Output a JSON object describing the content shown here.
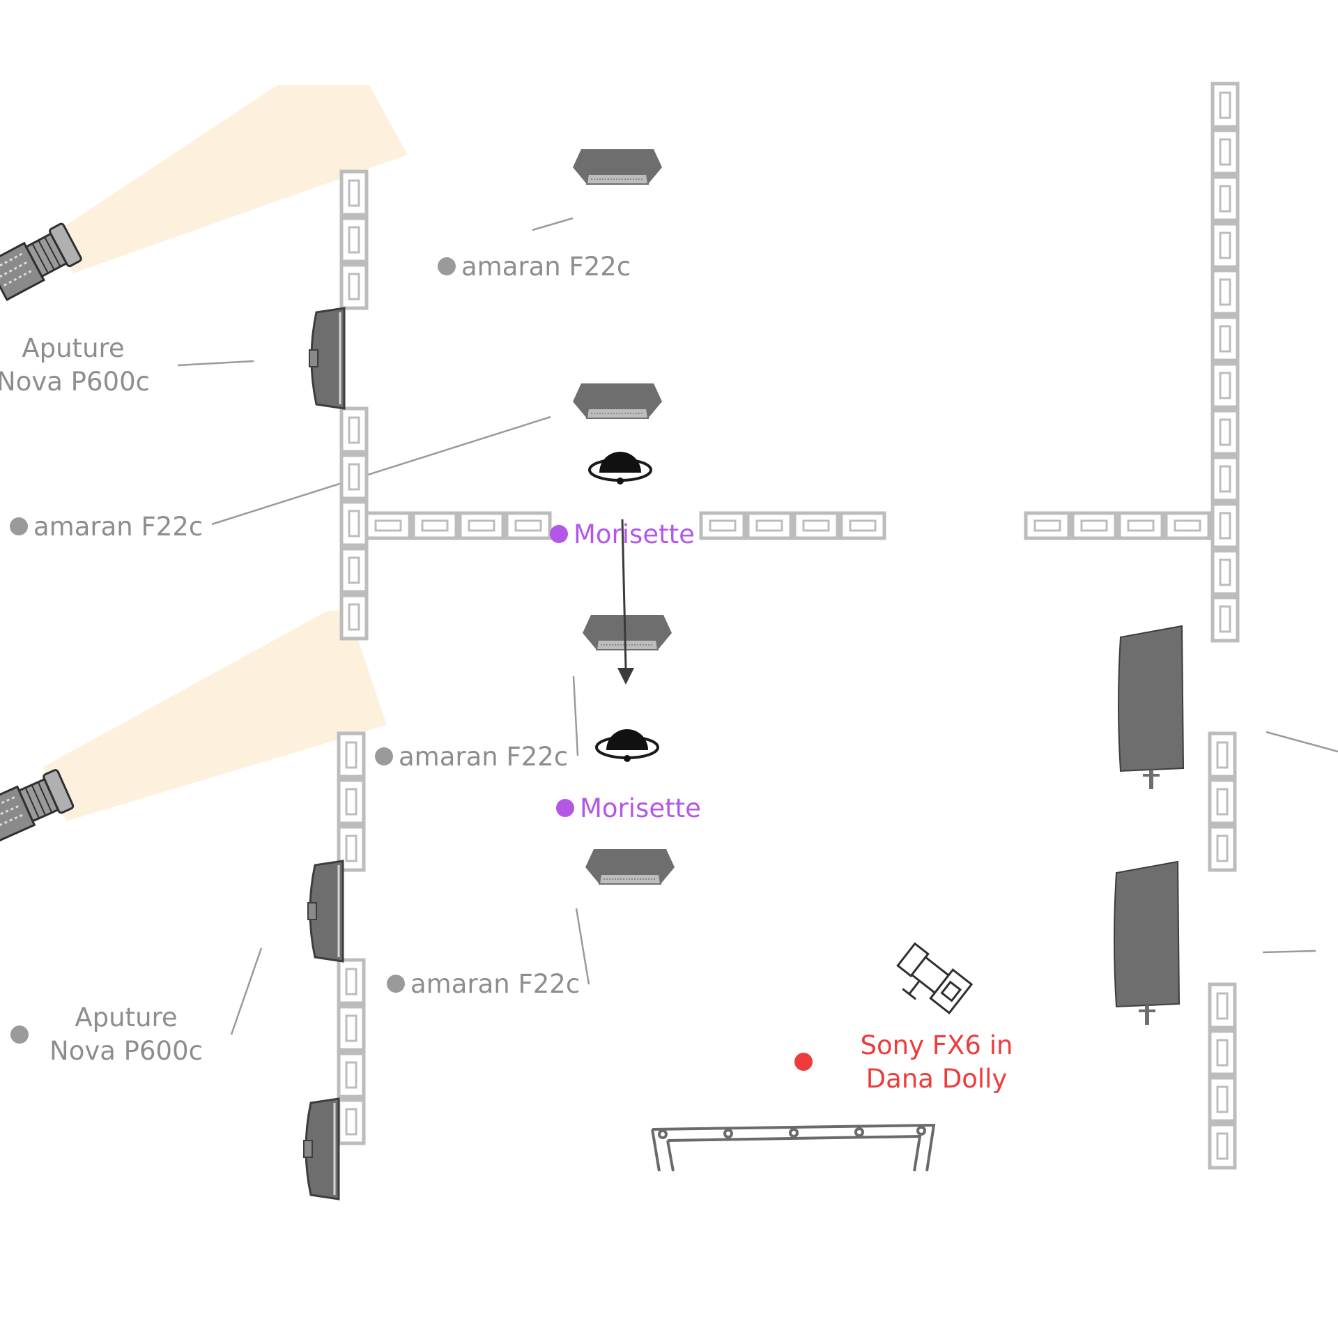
{
  "colors": {
    "label_gray": "#8d8d8d",
    "talent_purple": "#b457e6",
    "camera_red": "#ee3b3b",
    "light_beam": "#fdf1de",
    "fixture_gray": "#6e6e6e",
    "frame_outline": "#b9b9b9"
  },
  "labels": {
    "f22c_1": "amaran F22c",
    "f22c_2": "amaran F22c",
    "f22c_3": "amaran F22c",
    "f22c_4": "amaran F22c",
    "nova_top_line1": "Aputure",
    "nova_top_line2": "Nova P600c",
    "nova_bottom_line1": "Aputure",
    "nova_bottom_line2": "Nova P600c",
    "talent_1": "Morisette",
    "talent_2": "Morisette",
    "camera_line1": "Sony FX6 in",
    "camera_line2": "Dana Dolly"
  },
  "icons": [
    "spotlight-icon",
    "softbox-icon",
    "panel-light-icon",
    "person-icon",
    "flag-icon",
    "camera-icon",
    "dolly-track-icon",
    "frame-segment-icon",
    "movement-arrow-icon"
  ]
}
